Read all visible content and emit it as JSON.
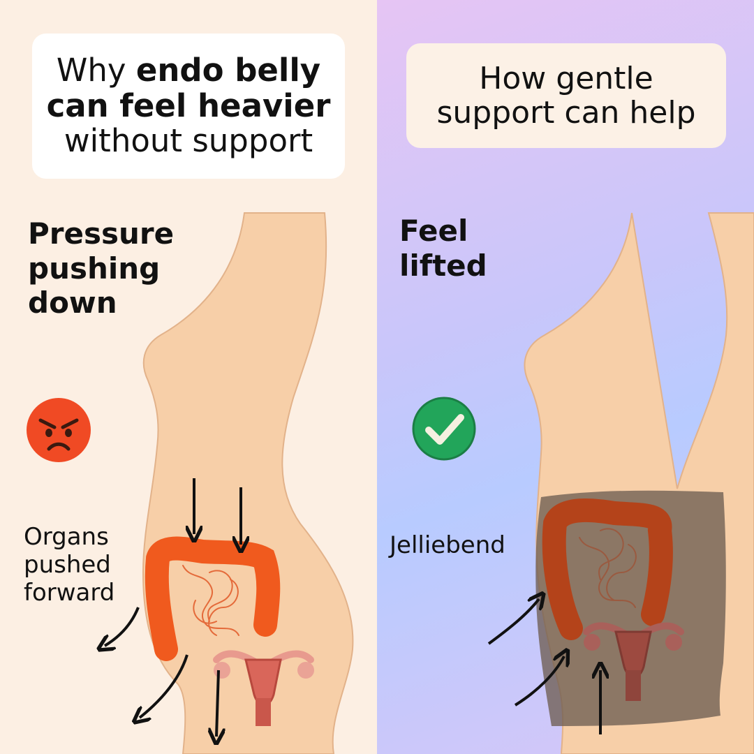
{
  "left": {
    "card": {
      "line1_pre": "Why ",
      "line1_bold": "endo belly",
      "line2_bold": "can feel heavier",
      "line3": "without support"
    },
    "heading": [
      "Pressure",
      "pushing",
      "down"
    ],
    "label": [
      "Organs",
      "pushed",
      "forward"
    ],
    "emoji_icon": "angry-face-icon"
  },
  "right": {
    "card": {
      "line1": "How gentle",
      "line2": "support can help"
    },
    "heading": [
      "Feel",
      "lifted"
    ],
    "label": "Jelliebend",
    "emoji_icon": "check-mark-icon"
  },
  "colors": {
    "left_bg": "#fcefe3",
    "skin": "#f7cfa8",
    "intestine": "#f05a1e",
    "uterus": "#d9665a",
    "check_green": "#22a55a",
    "angry_red": "#f04a24",
    "band": "#6e5d52"
  }
}
